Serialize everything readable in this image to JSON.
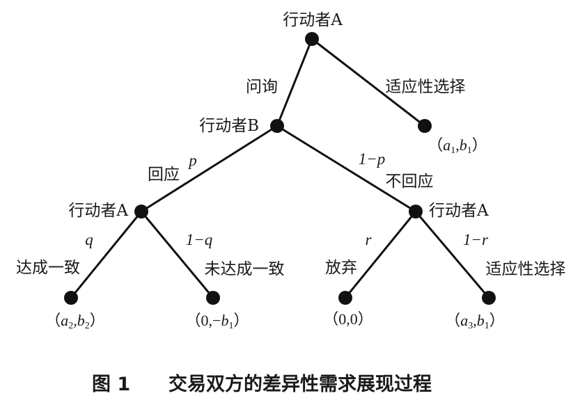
{
  "tree": {
    "nodes": {
      "root": {
        "label": "行动者A"
      },
      "b": {
        "label": "行动者B"
      },
      "a_left": {
        "label": "行动者A"
      },
      "a_right": {
        "label": "行动者A"
      }
    },
    "edges": {
      "root_b": {
        "action": "问询"
      },
      "root_leaf1": {
        "action": "适应性选择"
      },
      "b_aleft": {
        "action": "回应",
        "prob": "p"
      },
      "b_aright": {
        "action": "不回应",
        "prob": "1−p"
      },
      "aleft_leaf2": {
        "action": "达成一致",
        "prob": "q"
      },
      "aleft_leaf3": {
        "action": "未达成一致",
        "prob": "1−q"
      },
      "aright_leaf4": {
        "action": "放弃",
        "prob": "r"
      },
      "aright_leaf5": {
        "action": "适应性选择",
        "prob": "1−r"
      }
    },
    "payoffs": {
      "leaf1": {
        "open": "（",
        "v1": "a",
        "s1": "1",
        "sep": ",",
        "v2": "b",
        "s2": "1",
        "close": "）"
      },
      "leaf2": {
        "open": "（",
        "v1": "a",
        "s1": "2",
        "sep": ",",
        "v2": "b",
        "s2": "2",
        "close": "）"
      },
      "leaf3": {
        "open": "（",
        "pre": "0,−",
        "v2": "b",
        "s2": "1",
        "close": "）"
      },
      "leaf4": {
        "text": "（0,0）"
      },
      "leaf5": {
        "open": "（",
        "v1": "a",
        "s1": "3",
        "sep": ",",
        "v2": "b",
        "s2": "1",
        "close": "）"
      }
    }
  },
  "caption": {
    "number": "图 1",
    "title": "交易双方的差异性需求展现过程"
  }
}
